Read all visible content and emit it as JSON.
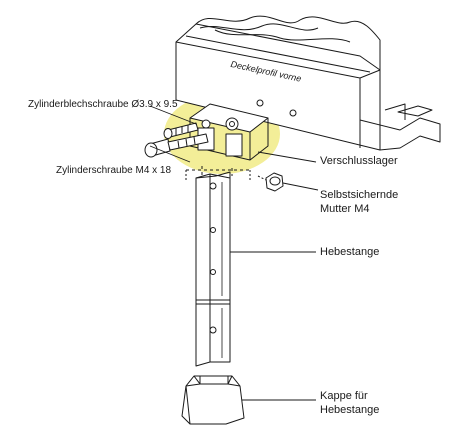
{
  "labels": {
    "profile": "Deckelprofil vorne",
    "sheet_screw": "Zylinderblechschraube Ø3.9 x 9.5",
    "cyl_screw": "Zylinderschraube M4 x 18",
    "bearing": "Verschlusslager",
    "nut_line1": "Selbstsichernde",
    "nut_line2": "Mutter M4",
    "rod": "Hebestange",
    "cap_line1": "Kappe für",
    "cap_line2": "Hebestange"
  },
  "colors": {
    "line": "#1a1a1a",
    "highlight": "#f3ee98",
    "background": "#ffffff"
  }
}
